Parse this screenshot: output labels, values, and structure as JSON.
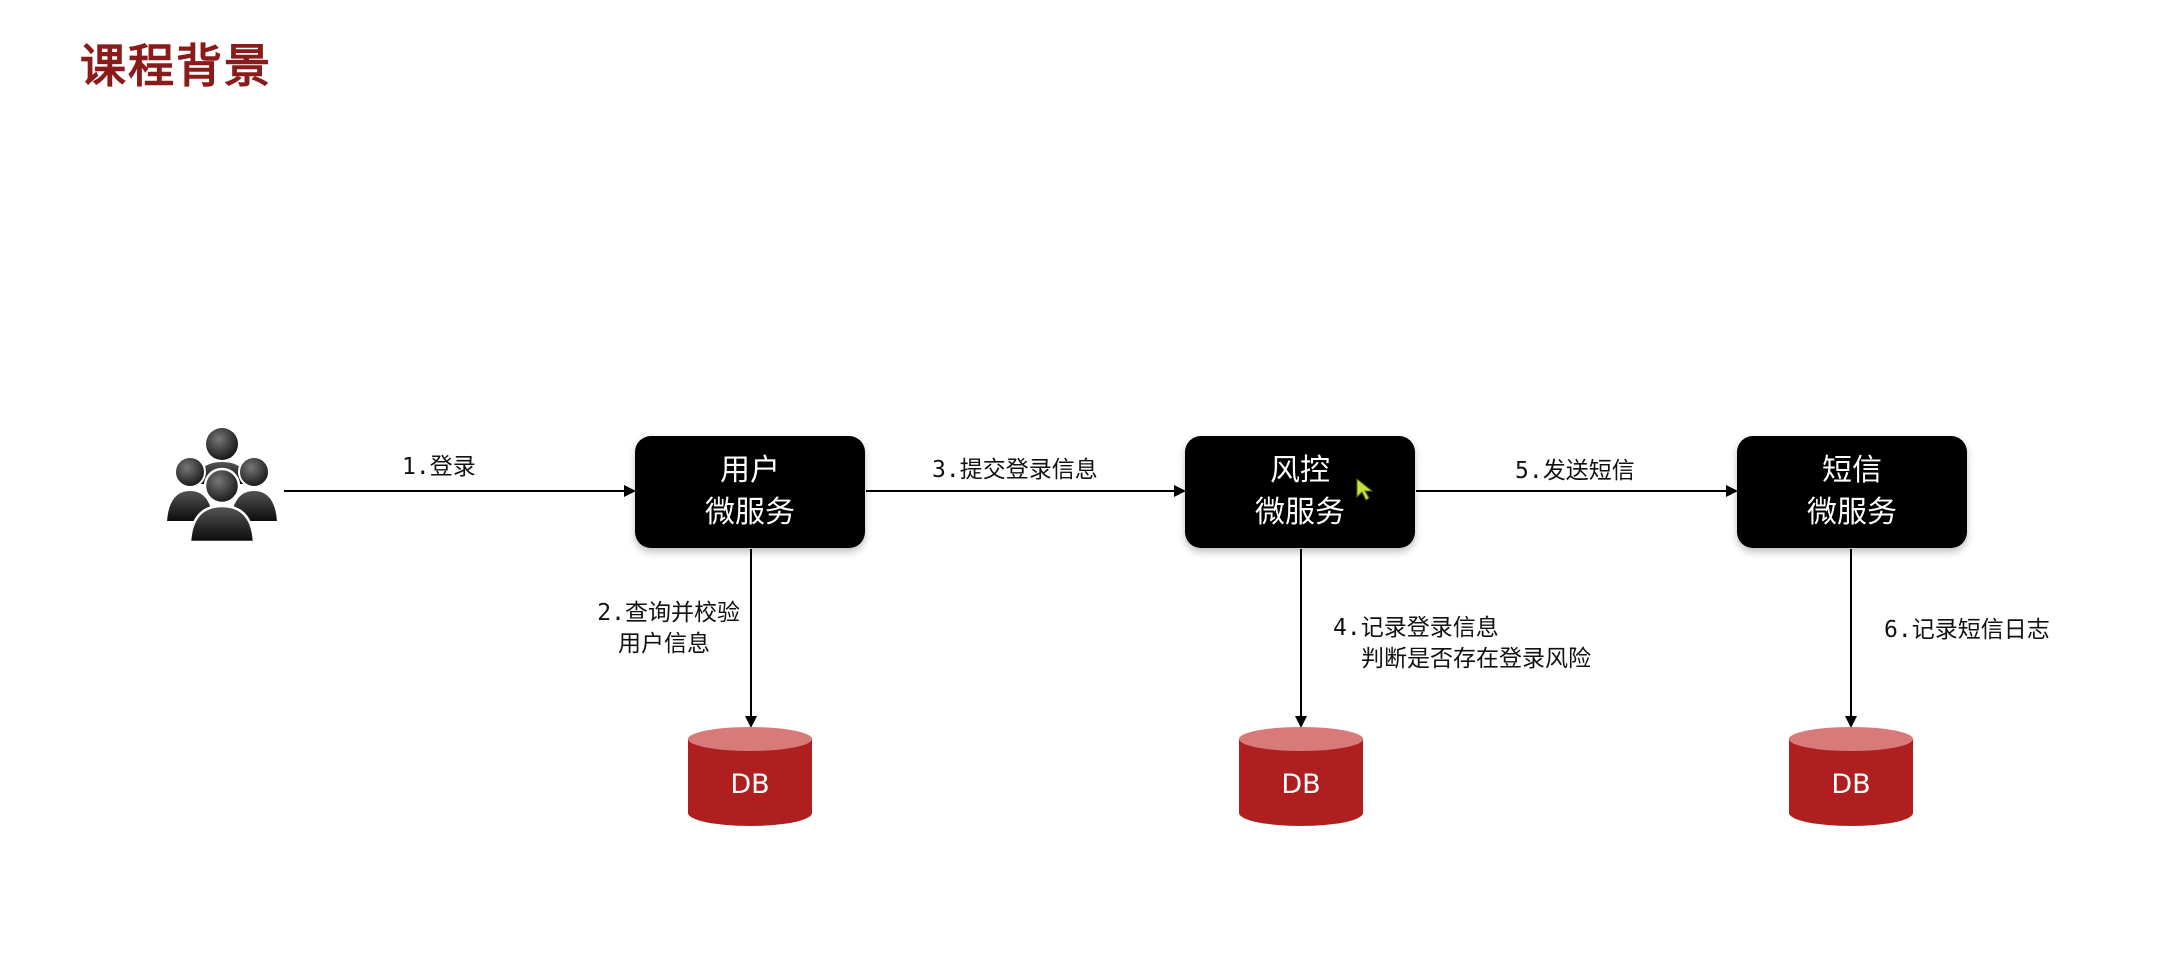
{
  "title": "课程背景",
  "colors": {
    "title": "#8b1a1a",
    "service_box": "#000000",
    "db": "#b01f1f",
    "db_top": "#d97a7a",
    "arrow": "#000000",
    "cursor": "#c8e23c"
  },
  "actor": {
    "icon": "users-group-icon"
  },
  "services": [
    {
      "line1": "用户",
      "line2": "微服务"
    },
    {
      "line1": "风控",
      "line2": "微服务"
    },
    {
      "line1": "短信",
      "line2": "微服务"
    }
  ],
  "steps": {
    "s1": "1.登录",
    "s2_line1": "2.查询并校验",
    "s2_line2": "用户信息",
    "s3": "3.提交登录信息",
    "s4_line1": "4.记录登录信息",
    "s4_line2": "判断是否存在登录风险",
    "s5": "5.发送短信",
    "s6": "6.记录短信日志"
  },
  "databases": [
    {
      "label": "DB"
    },
    {
      "label": "DB"
    },
    {
      "label": "DB"
    }
  ]
}
